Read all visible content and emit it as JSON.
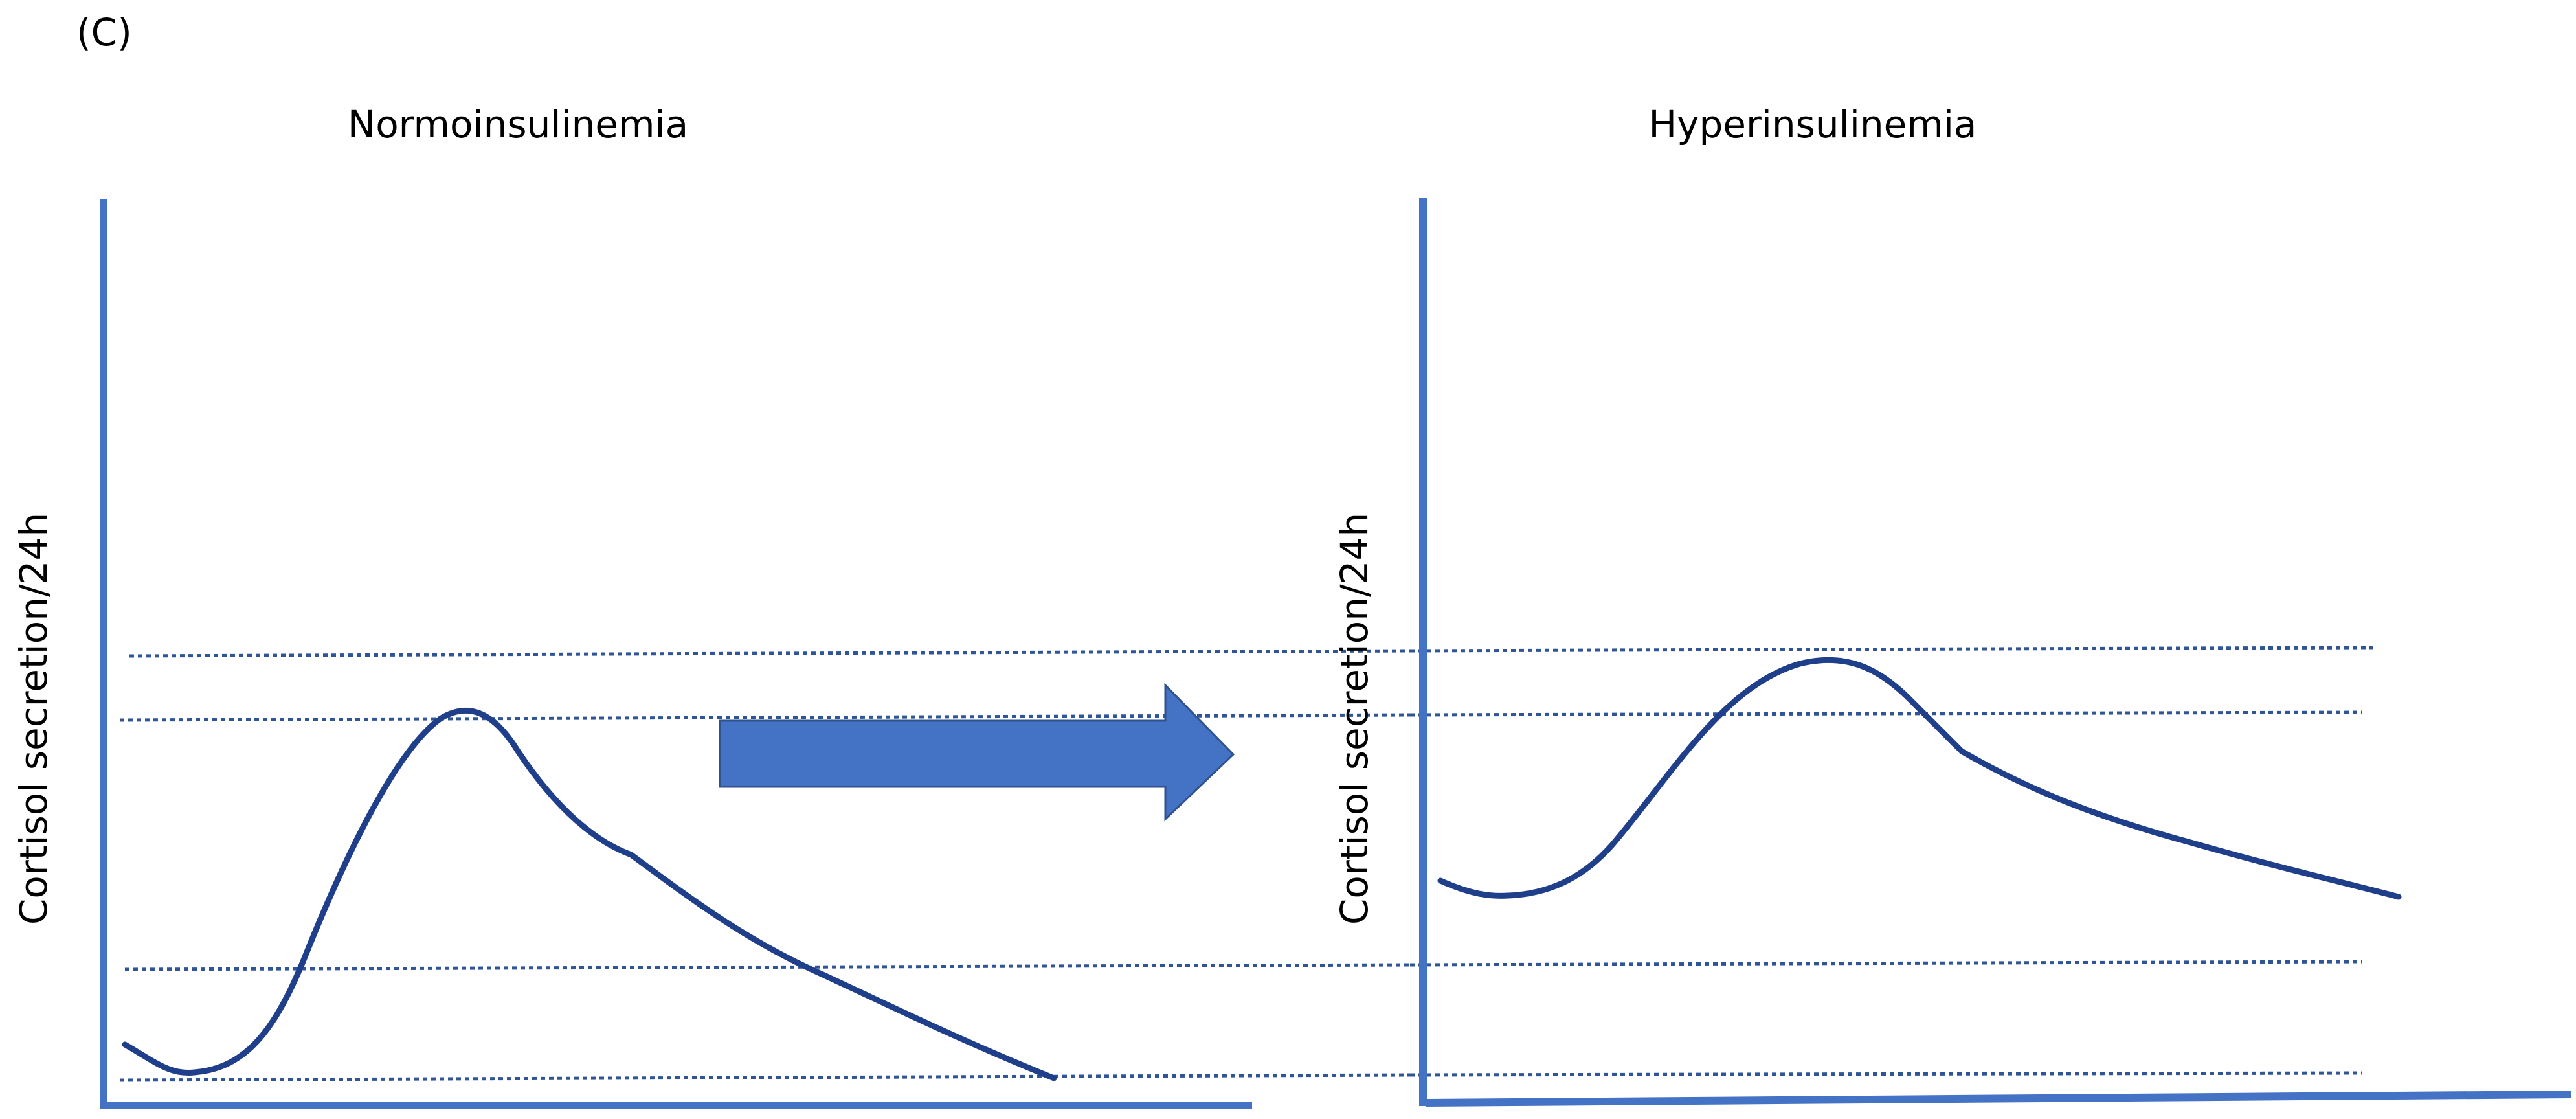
{
  "figure": {
    "panel_label": "(C)",
    "colors": {
      "axis": "#4472C4",
      "curve": "#203F8A",
      "reference_lines": "#2F5597",
      "arrow": "#4472C4",
      "text": "#000000"
    }
  },
  "left_panel": {
    "title": "Normoinsulinemia",
    "ylabel": "Cortisol secretion/24h"
  },
  "right_panel": {
    "title": "Hyperinsulinemia",
    "ylabel": "Cortisol secretion/24h"
  },
  "transition_arrow": {
    "icon": "right-arrow-icon",
    "direction": "right"
  }
}
